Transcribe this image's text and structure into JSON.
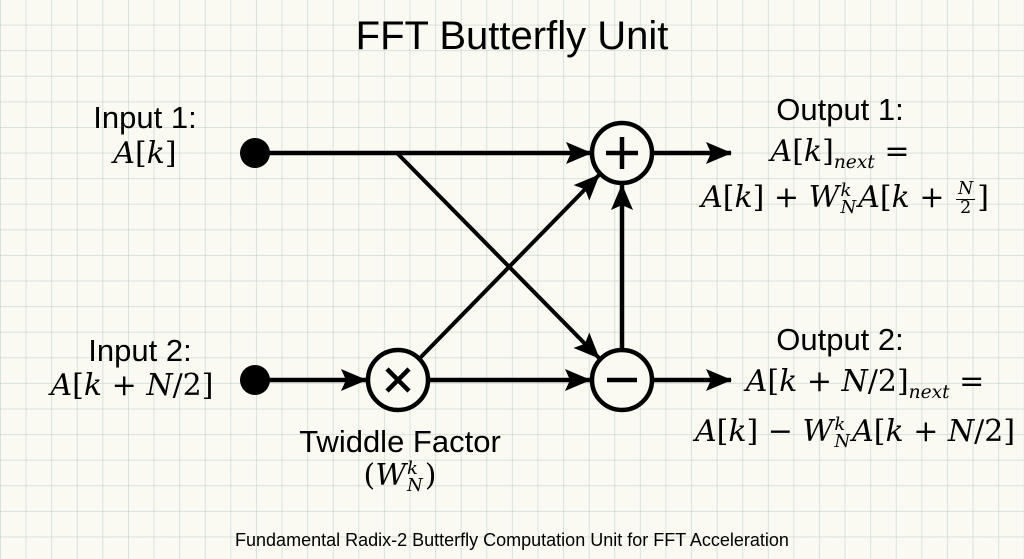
{
  "title": "FFT Butterfly Unit",
  "caption": "Fundamental Radix-2 Butterfly Computation Unit for FFT Acceleration",
  "inputs": [
    {
      "label": "Input 1:",
      "expr": "A[k]"
    },
    {
      "label": "Input 2:",
      "expr": "A[k + N/2]"
    }
  ],
  "outputs": [
    {
      "label": "Output 1:",
      "expr_line1": "A[k]_next =",
      "expr_line2": "A[k] + W_N^k A[k + N/2]"
    },
    {
      "label": "Output 2:",
      "expr_line1": "A[k + N/2]_next =",
      "expr_line2": "A[k] − W_N^k A[k + N/2]"
    }
  ],
  "twiddle": {
    "label": "Twiddle Factor",
    "symbol": "W",
    "sup": "k",
    "sub": "N"
  },
  "nodes": {
    "adder_symbol": "+",
    "subtractor_symbol": "−",
    "multiplier_symbol": "×"
  },
  "text": {
    "A": "A",
    "k": "k",
    "N": "N",
    "two": "2",
    "next": "next",
    "W": "W",
    "plus": "+",
    "minus": "−",
    "eq": "=",
    "lb": "[",
    "rb": "]",
    "slash": "/",
    "lp": "(",
    "rp": ")"
  },
  "colors": {
    "stroke": "#000000",
    "background": "#fafaf3",
    "grid": "#bfcdc8"
  }
}
